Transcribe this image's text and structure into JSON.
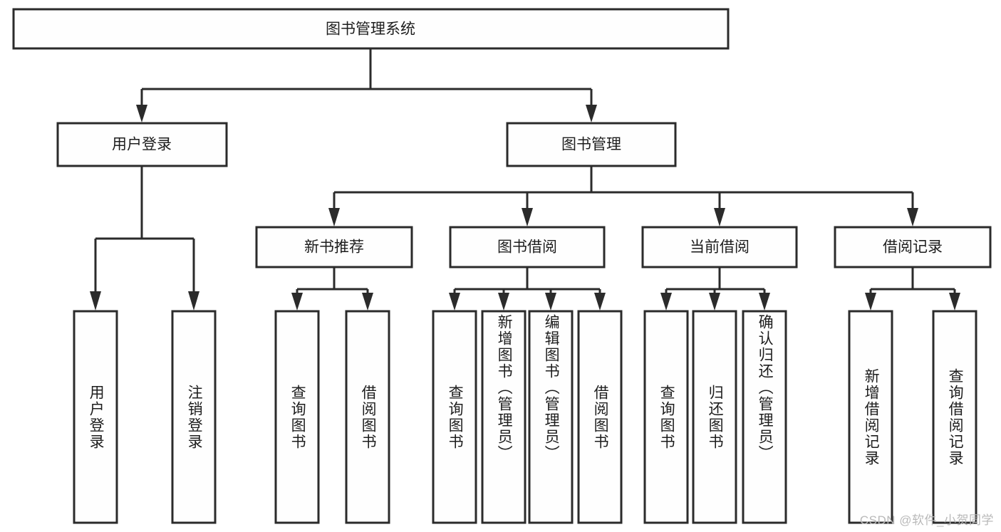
{
  "diagram": {
    "type": "tree-hierarchy",
    "title": "图书管理系统",
    "watermark": "CSDN @软件_小贺同学",
    "root": {
      "id": "root",
      "label": "图书管理系统",
      "orientation": "horizontal"
    },
    "level2": [
      {
        "id": "user-login",
        "label": "用户登录",
        "orientation": "horizontal"
      },
      {
        "id": "book-manage",
        "label": "图书管理",
        "orientation": "horizontal"
      }
    ],
    "level3": [
      {
        "id": "new-book-recommend",
        "label": "新书推荐",
        "orientation": "horizontal",
        "parent": "book-manage"
      },
      {
        "id": "book-borrow",
        "label": "图书借阅",
        "orientation": "horizontal",
        "parent": "book-manage"
      },
      {
        "id": "current-borrow",
        "label": "当前借阅",
        "orientation": "horizontal",
        "parent": "book-manage"
      },
      {
        "id": "borrow-record",
        "label": "借阅记录",
        "orientation": "horizontal",
        "parent": "book-manage"
      }
    ],
    "leaves": [
      {
        "id": "leaf-user-login",
        "label": "用户登录",
        "parent": "user-login",
        "orientation": "vertical"
      },
      {
        "id": "leaf-logout-login",
        "label": "注销登录",
        "parent": "user-login",
        "orientation": "vertical"
      },
      {
        "id": "leaf-query-book-1",
        "label": "查询图书",
        "parent": "new-book-recommend",
        "orientation": "vertical"
      },
      {
        "id": "leaf-borrow-book-1",
        "label": "借阅图书",
        "parent": "new-book-recommend",
        "orientation": "vertical"
      },
      {
        "id": "leaf-query-book-2",
        "label": "查询图书",
        "parent": "book-borrow",
        "orientation": "vertical"
      },
      {
        "id": "leaf-add-book",
        "label": "新增图书（管理员）",
        "parent": "book-borrow",
        "orientation": "vertical"
      },
      {
        "id": "leaf-edit-book",
        "label": "编辑图书（管理员）",
        "parent": "book-borrow",
        "orientation": "vertical"
      },
      {
        "id": "leaf-borrow-book-2",
        "label": "借阅图书",
        "parent": "book-borrow",
        "orientation": "vertical"
      },
      {
        "id": "leaf-query-book-3",
        "label": "查询图书",
        "parent": "current-borrow",
        "orientation": "vertical"
      },
      {
        "id": "leaf-return-book",
        "label": "归还图书",
        "parent": "current-borrow",
        "orientation": "vertical"
      },
      {
        "id": "leaf-confirm-return",
        "label": "确认归还（管理员）",
        "parent": "current-borrow",
        "orientation": "vertical"
      },
      {
        "id": "leaf-add-record",
        "label": "新增借阅记录",
        "parent": "borrow-record",
        "orientation": "vertical"
      },
      {
        "id": "leaf-query-record",
        "label": "查询借阅记录",
        "parent": "borrow-record",
        "orientation": "vertical"
      }
    ],
    "colors": {
      "box_fill": "#fefefe",
      "box_stroke": "#2b2b2b",
      "connector": "#2b2b2b",
      "text": "#1d1d1d",
      "watermark": "#b9b9b9",
      "background": "#ffffff"
    }
  }
}
